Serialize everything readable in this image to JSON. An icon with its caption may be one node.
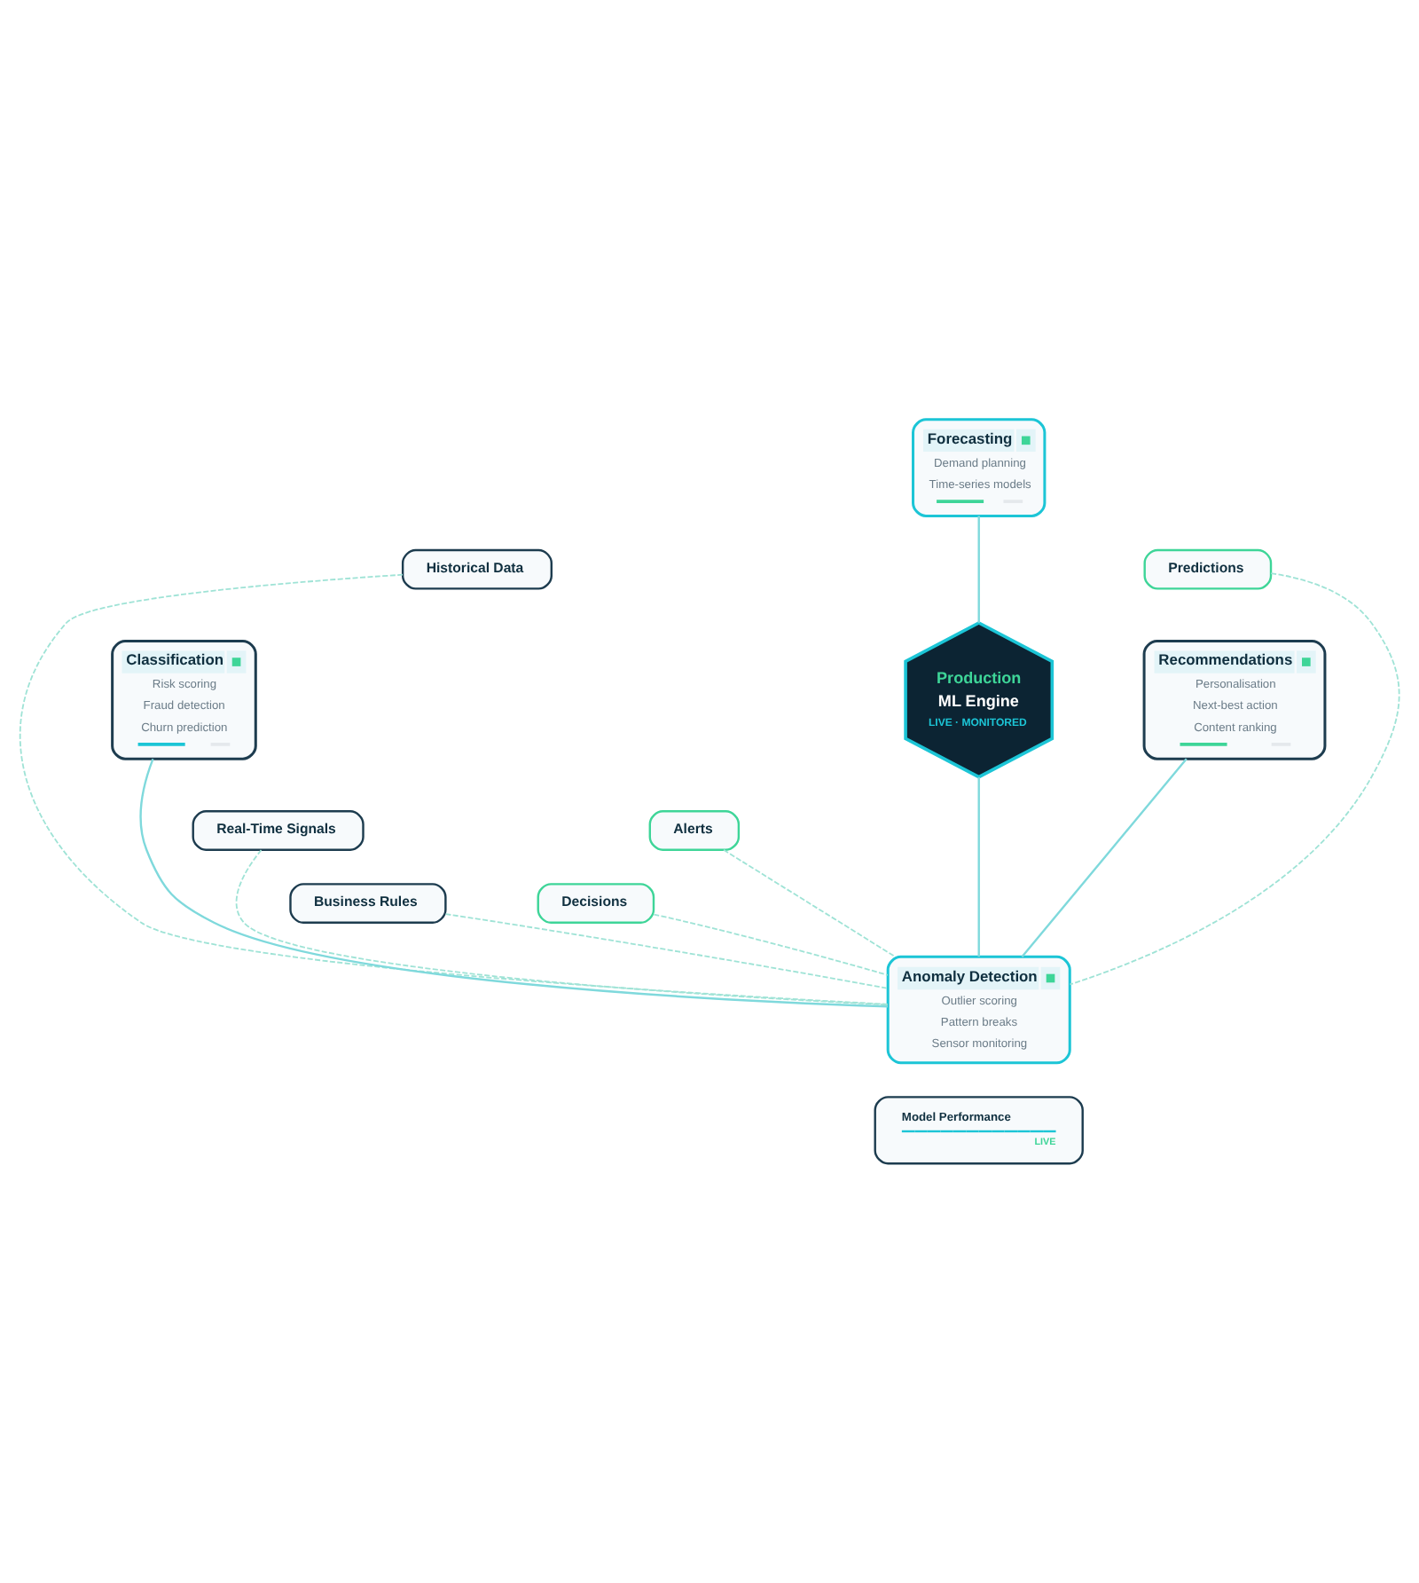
{
  "diagram": {
    "nodes": [
      {
        "text": [
          "Forecasting",
          "Demand planning",
          "Time-series models"
        ]
      },
      {
        "text": [
          "Historical Data"
        ]
      },
      {
        "text": [
          "Predictions"
        ]
      },
      {
        "text": [
          "Classification",
          "Risk scoring",
          "Fraud detection",
          "Churn prediction"
        ]
      },
      {
        "text": [
          "Production",
          "ML Engine",
          "LIVE · MONITORED"
        ]
      },
      {
        "text": [
          "Recommendations",
          "Personalisation",
          "Next-best action",
          "Content ranking"
        ]
      },
      {
        "text": [
          "Real-Time Signals"
        ]
      },
      {
        "text": [
          "Alerts"
        ]
      },
      {
        "text": [
          "Business Rules"
        ]
      },
      {
        "text": [
          "Decisions"
        ]
      },
      {
        "text": [
          "Anomaly Detection",
          "Outlier scoring",
          "Pattern breaks",
          "Sensor monitoring"
        ]
      },
      {
        "text": [
          "Model Performance",
          "LIVE"
        ]
      }
    ],
    "edges": [
      {
        "from": 0,
        "to": 4,
        "arrow": "none"
      },
      {
        "from": 4,
        "to": 10,
        "arrow": "none"
      },
      {
        "from": 3,
        "to": 10,
        "arrow": "none"
      },
      {
        "from": 5,
        "to": 10,
        "arrow": "none"
      },
      {
        "from": 1,
        "to": 10,
        "arrow": "none",
        "style": "dashed",
        "color": "#9fe3d6"
      },
      {
        "from": 6,
        "to": 10,
        "arrow": "none",
        "style": "dashed",
        "color": "#9fe3d6"
      },
      {
        "from": 8,
        "to": 10,
        "arrow": "none",
        "style": "dashed",
        "color": "#9fe3d6"
      },
      {
        "from": 2,
        "to": 10,
        "arrow": "none",
        "style": "dashed",
        "color": "#9fe3d6"
      },
      {
        "from": 7,
        "to": 10,
        "arrow": "none",
        "style": "dashed",
        "color": "#9fe3d6"
      },
      {
        "from": 9,
        "to": 10,
        "arrow": "none",
        "style": "dashed",
        "color": "#9fe3d6"
      }
    ]
  }
}
